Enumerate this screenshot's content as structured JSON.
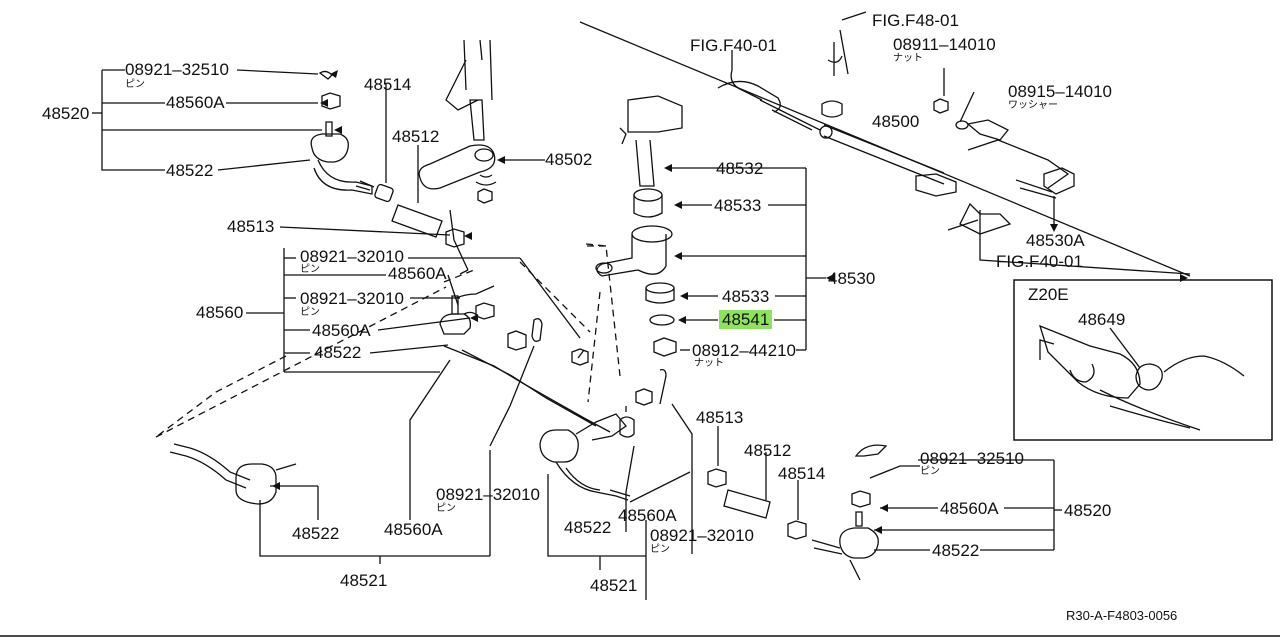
{
  "labels": {
    "l08921_32510_tl": "08921–32510",
    "pin_tl": "ピン",
    "l48560A_tl": "48560A",
    "l48520_l": "48520",
    "l48522_tl": "48522",
    "l48514_t": "48514",
    "l48512_t": "48512",
    "l48502": "48502",
    "l48513_l": "48513",
    "l08921_32010_a": "08921–32010",
    "pin_a": "ピン",
    "l48560A_m": "48560A",
    "l48560_l": "48560",
    "l08921_32010_b": "08921–32010",
    "pin_b": "ピン",
    "l48560A_m2": "48560A",
    "l48522_m": "48522",
    "l48532": "48532",
    "l48533_a": "48533",
    "l48530": "48530",
    "l48533_b": "48533",
    "l48541": "48541",
    "l08912_44210": "08912–44210",
    "nut_a": "ナット",
    "fig_f48": "FIG.F48-01",
    "fig_f40_t": "FIG.F40-01",
    "l08911_14010": "08911–14010",
    "nut_b": "ナット",
    "l08915_14010": "08915–14010",
    "washer": "ワッシャー",
    "l48500": "48500",
    "l48530A": "48530A",
    "fig_f40_b": "FIG.F40-01",
    "z20e": "Z20E",
    "l48649": "48649",
    "l48513_b": "48513",
    "l48512_b": "48512",
    "l48514_b": "48514",
    "l08921_32510_br": "08921–32510",
    "pin_br": "ピン",
    "l48560A_br": "48560A",
    "l48520_r": "48520",
    "l48522_br": "48522",
    "l48522_bl": "48522",
    "l48560A_bl": "48560A",
    "l08921_32010_c": "08921–32010",
    "pin_c": "ピン",
    "l48521_l": "48521",
    "l48522_bc": "48522",
    "l48560A_bc": "48560A",
    "l08921_32010_d": "08921–32010",
    "pin_d": "ピン",
    "l48521_c": "48521"
  },
  "diagram_code": "R30-A-F4803-0056",
  "highlight_color": "#8ee35c"
}
